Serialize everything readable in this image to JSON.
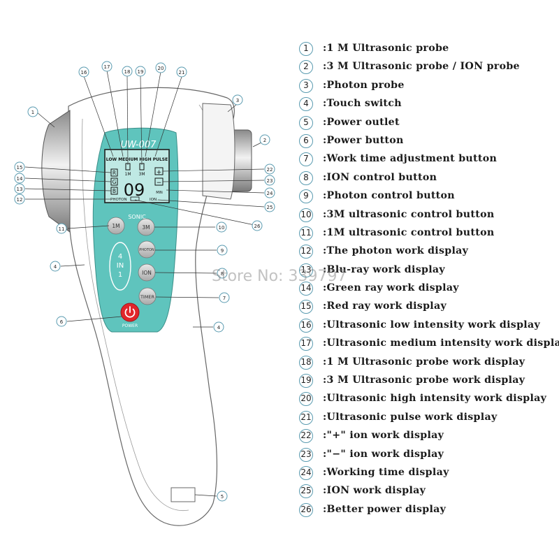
{
  "device": {
    "model": "UW-007",
    "sonic_label": "SONIC",
    "buttons": {
      "one_m": "1M",
      "three_m": "3M",
      "photon": "PHOTON",
      "ion": "ION",
      "timer": "TIMER"
    },
    "four_in_one": [
      "4",
      "IN",
      "1"
    ],
    "power_label": "POWER",
    "lcd": {
      "intensity_labels": "LOW MEDIUM HIGH PULSE",
      "probe_1m": "1M",
      "probe_3m": "3M",
      "ion_plus": "+",
      "ion_minus": "−",
      "ray_r": "R",
      "ray_g": "G",
      "ray_b": "B",
      "time": "09",
      "min_label": "MIN",
      "photon_label": "PHOTON",
      "ion_label": "ION."
    }
  },
  "callouts": [
    "16",
    "17",
    "18",
    "19",
    "20",
    "21",
    "1",
    "3",
    "2",
    "15",
    "14",
    "13",
    "12",
    "22",
    "23",
    "24",
    "25",
    "26",
    "11",
    "10",
    "9",
    "4",
    "8",
    "7",
    "6",
    "4",
    "5"
  ],
  "legend": [
    {
      "num": "1",
      "text": ":1 M  Ultrasonic probe"
    },
    {
      "num": "2",
      "text": ":3 M  Ultrasonic probe / ION probe"
    },
    {
      "num": "3",
      "text": ":Photon probe"
    },
    {
      "num": "4",
      "text": ":Touch switch"
    },
    {
      "num": "5",
      "text": ":Power outlet"
    },
    {
      "num": "6",
      "text": ":Power button"
    },
    {
      "num": "7",
      "text": ":Work time adjustment button"
    },
    {
      "num": "8",
      "text": ":ION control button"
    },
    {
      "num": "9",
      "text": ":Photon control button"
    },
    {
      "num": "10",
      "text": ":3M ultrasonic control button"
    },
    {
      "num": "11",
      "text": ":1M ultrasonic control button"
    },
    {
      "num": "12",
      "text": ":The photon work display"
    },
    {
      "num": "13",
      "text": ":Blu-ray work display"
    },
    {
      "num": "14",
      "text": ":Green ray work display"
    },
    {
      "num": "15",
      "text": ":Red ray work display"
    },
    {
      "num": "16",
      "text": ":Ultrasonic low intensity work display"
    },
    {
      "num": "17",
      "text": ":Ultrasonic medium intensity work display"
    },
    {
      "num": "18",
      "text": ":1 M  Ultrasonic probe work display"
    },
    {
      "num": "19",
      "text": ":3 M  Ultrasonic probe work display"
    },
    {
      "num": "20",
      "text": ":Ultrasonic high intensity work display"
    },
    {
      "num": "21",
      "text": ":Ultrasonic pulse work display"
    },
    {
      "num": "22",
      "text": ":\"+\" ion work display"
    },
    {
      "num": "23",
      "text": ":\"−\" ion work display"
    },
    {
      "num": "24",
      "text": ":Working time display"
    },
    {
      "num": "25",
      "text": ":ION work display"
    },
    {
      "num": "26",
      "text": ":Better power display"
    }
  ],
  "watermark": "Store No: 339797",
  "colors": {
    "panel": "#5fc4bd",
    "lcd": "#bfe9e4",
    "power_red": "#e1262a",
    "button_gray": "#c9c9c9",
    "callout_blue": "#5a9bb0"
  }
}
